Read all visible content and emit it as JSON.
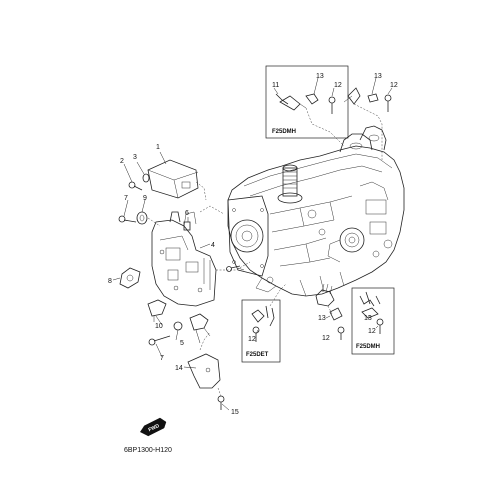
{
  "diagram": {
    "callouts": {
      "c1": "1",
      "c2": "2",
      "c3": "3",
      "c4": "4",
      "c5": "5",
      "c6": "6",
      "c7a": "7",
      "c7b": "7",
      "c8": "8",
      "c9": "9",
      "c10": "10",
      "c11": "11",
      "c12a": "12",
      "c12b": "12",
      "c12c": "12",
      "c12d": "12",
      "c12e": "12",
      "c13a": "13",
      "c13b": "13",
      "c13c": "13",
      "c13d": "13",
      "c14": "14",
      "c15": "15"
    },
    "inset_labels": {
      "top": "F25DMH",
      "middle": "F25DET",
      "right": "F25DMH"
    },
    "fwd_label": "FWD",
    "drawing_code": "6BP1300-H120"
  }
}
